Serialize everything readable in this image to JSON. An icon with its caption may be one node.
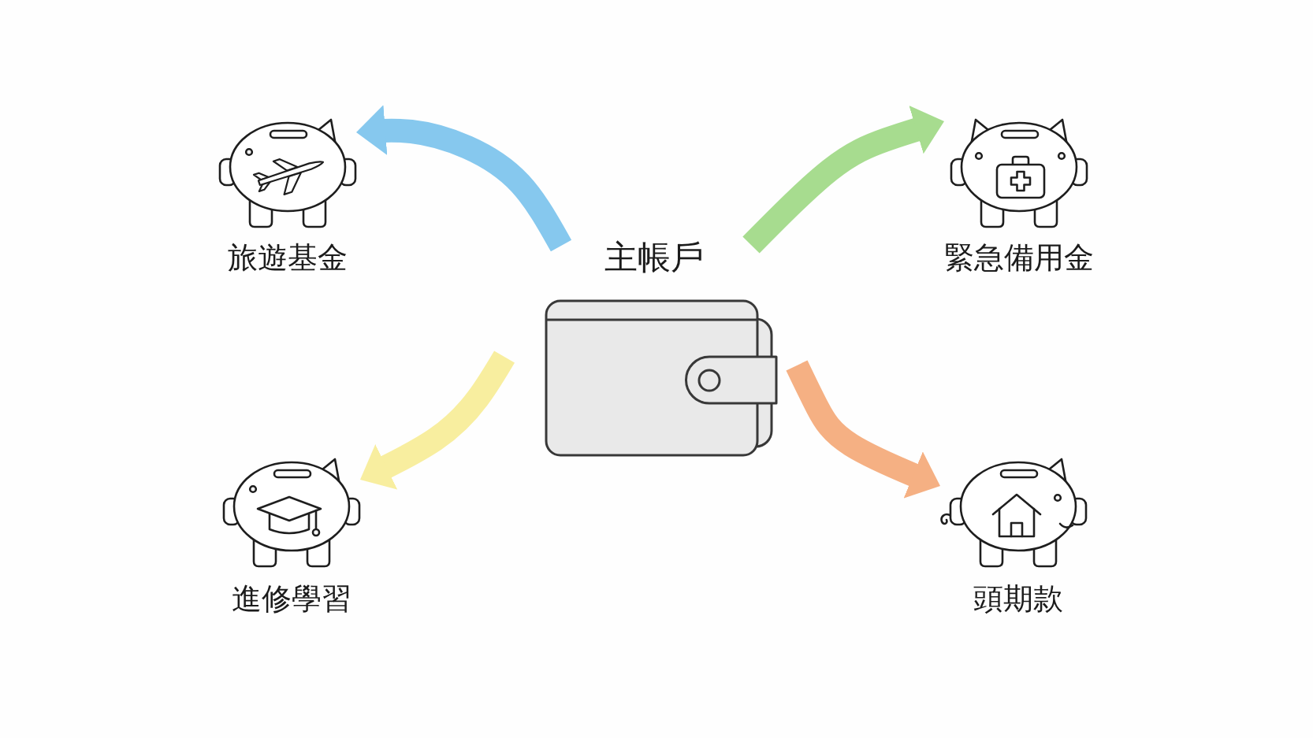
{
  "diagram": {
    "nodes": [
      {
        "text": [
          "旅遊基金"
        ]
      },
      {
        "text": [
          "主帳戶"
        ]
      },
      {
        "text": [
          "緊急備用金"
        ]
      },
      {
        "text": [
          "進修學習"
        ]
      },
      {
        "text": [
          "頭期款"
        ]
      }
    ],
    "edges": [
      {
        "from": 1,
        "to": 0,
        "arrow": "to",
        "color": "#86c8ee"
      },
      {
        "from": 1,
        "to": 2,
        "arrow": "to",
        "color": "#a7dc8f"
      },
      {
        "from": 1,
        "to": 3,
        "arrow": "to",
        "color": "#f8ee9f"
      },
      {
        "from": 1,
        "to": 4,
        "arrow": "to",
        "color": "#f5b083"
      }
    ]
  }
}
